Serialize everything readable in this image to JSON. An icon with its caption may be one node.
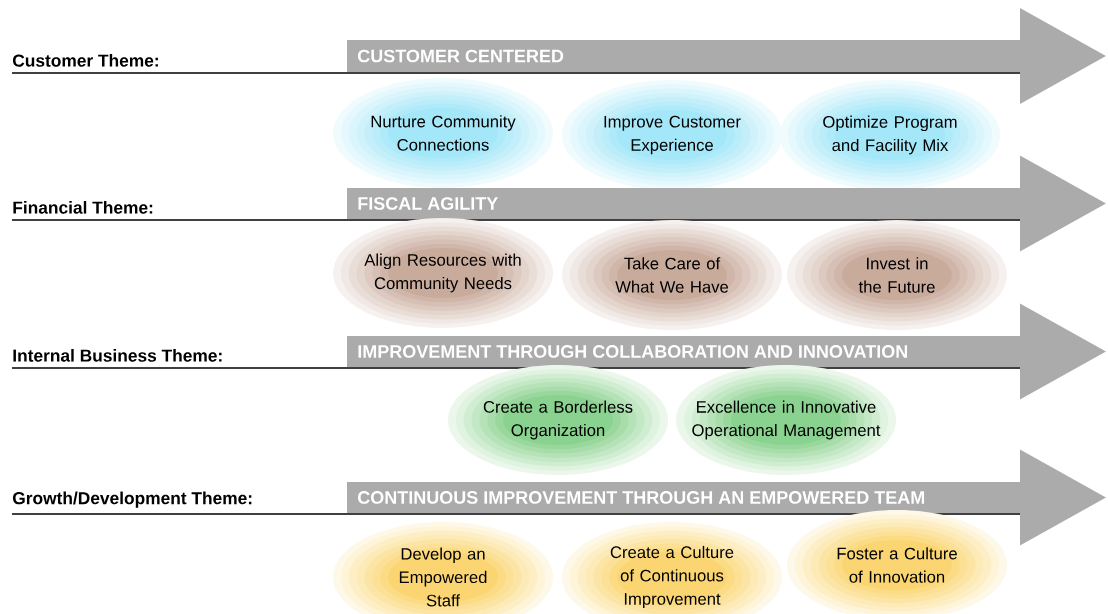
{
  "diagram": {
    "nodes": [
      {
        "text": [
          "CUSTOMER CENTERED"
        ],
        "beside": [
          "Customer Theme:"
        ]
      },
      {
        "text": [
          "Nurture Community Connections"
        ]
      },
      {
        "text": [
          "Improve Customer Experience"
        ]
      },
      {
        "text": [
          "Optimize Program and Facility Mix"
        ]
      },
      {
        "text": [
          "FISCAL AGILITY"
        ],
        "beside": [
          "Financial Theme:"
        ]
      },
      {
        "text": [
          "Align Resources with Community Needs"
        ]
      },
      {
        "text": [
          "Take Care of What We Have"
        ]
      },
      {
        "text": [
          "Invest in the Future"
        ]
      },
      {
        "text": [
          "IMPROVEMENT THROUGH COLLABORATION AND INNOVATION"
        ],
        "beside": [
          "Internal Business Theme:"
        ]
      },
      {
        "text": [
          "Create a Borderless Organization"
        ]
      },
      {
        "text": [
          "Excellence in Innovative Operational Management"
        ]
      },
      {
        "text": [
          "CONTINUOUS IMPROVEMENT THROUGH AN EMPOWERED TEAM"
        ],
        "beside": [
          "Growth/Development Theme:"
        ]
      },
      {
        "text": [
          "Develop an Empowered Staff"
        ]
      },
      {
        "text": [
          "Create a Culture of Continuous Improvement"
        ]
      },
      {
        "text": [
          "Foster a Culture of Innovation"
        ]
      }
    ]
  }
}
